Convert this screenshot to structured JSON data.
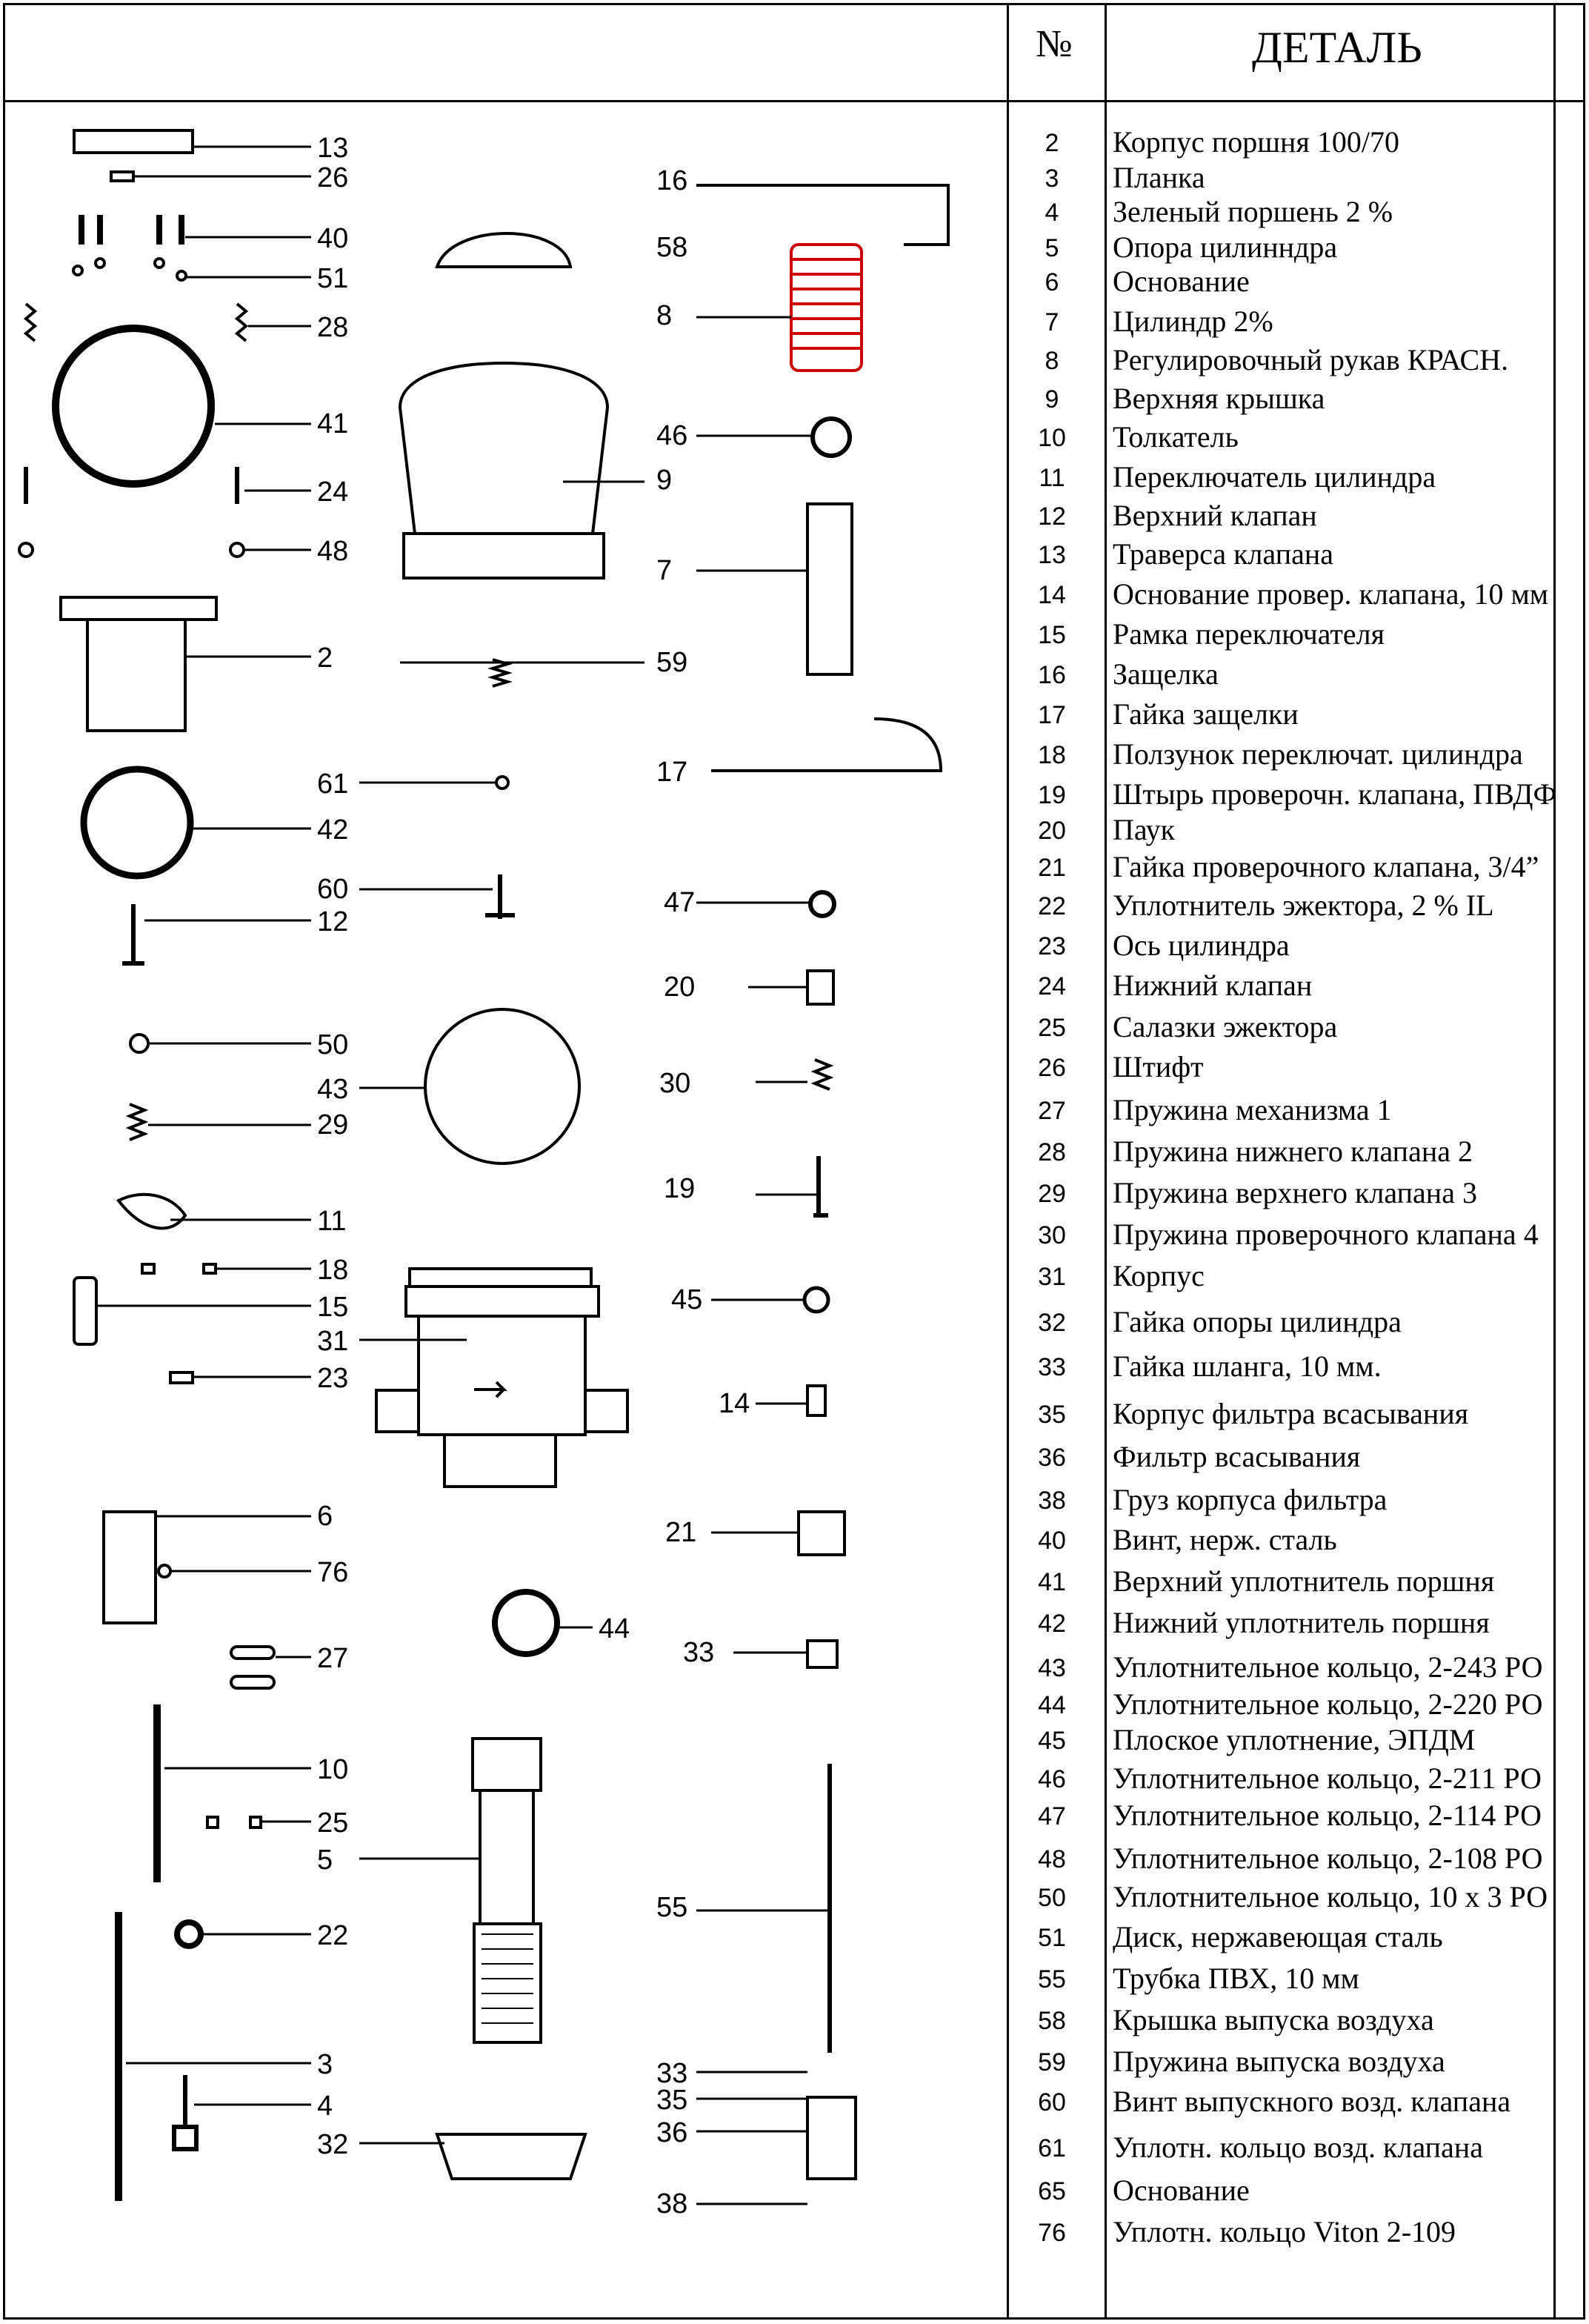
{
  "table": {
    "header_number": "№",
    "header_part": "ДЕТАЛЬ",
    "rows": [
      {
        "n": "2",
        "name": "Корпус поршня 100/70"
      },
      {
        "n": "3",
        "name": "Планка"
      },
      {
        "n": "4",
        "name": "Зеленый поршень 2 %"
      },
      {
        "n": "5",
        "name": "Опора цилинндра"
      },
      {
        "n": "6",
        "name": "Основание"
      },
      {
        "n": "7",
        "name": "Цилиндр 2%"
      },
      {
        "n": "8",
        "name": "Регулировочный рукав КРАСН."
      },
      {
        "n": "9",
        "name": "Верхняя крышка"
      },
      {
        "n": "10",
        "name": "Толкатель"
      },
      {
        "n": "11",
        "name": "Переключатель цилиндра"
      },
      {
        "n": "12",
        "name": "Верхний клапан"
      },
      {
        "n": "13",
        "name": "Траверса клапана"
      },
      {
        "n": "14",
        "name": "Основание  провер. клапана, 10 мм"
      },
      {
        "n": "15",
        "name": "Рамка переключателя"
      },
      {
        "n": "16",
        "name": "Защелка"
      },
      {
        "n": "17",
        "name": "Гайка защелки"
      },
      {
        "n": "18",
        "name": "Ползунок переключат. цилиндра"
      },
      {
        "n": "19",
        "name": "Штырь проверочн. клапана, ПВДФ"
      },
      {
        "n": "20",
        "name": "Паук"
      },
      {
        "n": "21",
        "name": "Гайка проверочного клапана, 3/4”"
      },
      {
        "n": "22",
        "name": "Уплотнитель эжектора, 2 % IL"
      },
      {
        "n": "23",
        "name": "Ось цилиндра"
      },
      {
        "n": "24",
        "name": "Нижний клапан"
      },
      {
        "n": "25",
        "name": "Салазки эжектора"
      },
      {
        "n": "26",
        "name": "Штифт"
      },
      {
        "n": "27",
        "name": "Пружина механизма 1"
      },
      {
        "n": "28",
        "name": "Пружина нижнего клапана 2"
      },
      {
        "n": "29",
        "name": "Пружина верхнего клапана 3"
      },
      {
        "n": "30",
        "name": "Пружина проверочного клапана 4"
      },
      {
        "n": "31",
        "name": "Корпус"
      },
      {
        "n": "32",
        "name": "Гайка опоры цилиндра"
      },
      {
        "n": "33",
        "name": "Гайка шланга, 10 мм."
      },
      {
        "n": "35",
        "name": "Корпус фильтра всасывания"
      },
      {
        "n": "36",
        "name": "Фильтр всасывания"
      },
      {
        "n": "38",
        "name": "Груз корпуса фильтра"
      },
      {
        "n": "40",
        "name": "Винт, нерж. сталь"
      },
      {
        "n": "41",
        "name": "Верхний уплотнитель поршня"
      },
      {
        "n": "42",
        "name": "Нижний уплотнитель поршня"
      },
      {
        "n": "43",
        "name": "Уплотнительное кольцо, 2-243 РО"
      },
      {
        "n": "44",
        "name": "Уплотнительное кольцо, 2-220 РО"
      },
      {
        "n": "45",
        "name": "Плоское уплотнение, ЭПДМ"
      },
      {
        "n": "46",
        "name": "Уплотнительное кольцо, 2-211 РО"
      },
      {
        "n": "47",
        "name": "Уплотнительное кольцо, 2-114 РО"
      },
      {
        "n": "48",
        "name": "Уплотнительное кольцо, 2-108 РО"
      },
      {
        "n": "50",
        "name": "Уплотнительное кольцо, 10 х 3 РО"
      },
      {
        "n": "51",
        "name": "Диск, нержавеющая сталь"
      },
      {
        "n": "55",
        "name": "Трубка ПВХ, 10 мм"
      },
      {
        "n": "58",
        "name": "Крышка выпуска воздуха"
      },
      {
        "n": "59",
        "name": "Пружина  выпуска воздуха"
      },
      {
        "n": "60",
        "name": "Винт выпускного возд. клапана"
      },
      {
        "n": "61",
        "name": "Уплотн. кольцо возд. клапана"
      },
      {
        "n": "65",
        "name": "Основание"
      },
      {
        "n": "76",
        "name": "Уплотн. кольцо Viton 2-109"
      }
    ]
  },
  "callouts": [
    "13",
    "26",
    "40",
    "51",
    "28",
    "41",
    "24",
    "48",
    "2",
    "61",
    "42",
    "60",
    "12",
    "50",
    "43",
    "29",
    "11",
    "18",
    "15",
    "31",
    "23",
    "6",
    "76",
    "27",
    "10",
    "25",
    "5",
    "22",
    "3",
    "4",
    "32",
    "16",
    "58",
    "8",
    "46",
    "9",
    "7",
    "59",
    "17",
    "47",
    "20",
    "30",
    "19",
    "45",
    "14",
    "21",
    "44",
    "33",
    "55",
    "33",
    "35",
    "36",
    "38"
  ],
  "colors": {
    "line": "#000000",
    "highlight": "#cc0000"
  }
}
